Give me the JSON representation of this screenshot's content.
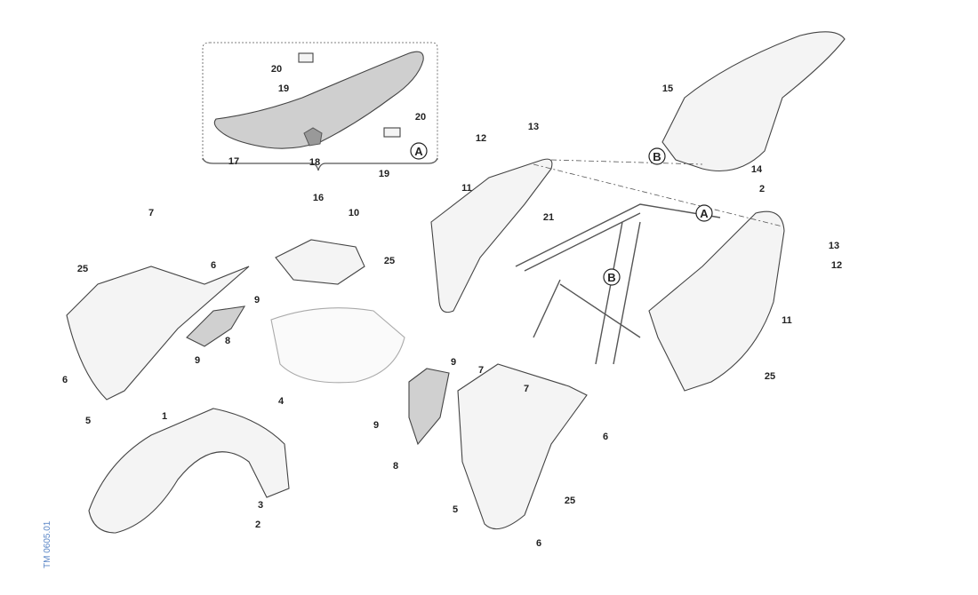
{
  "document_ref": "TM 0605.01",
  "callout_letters": [
    "A",
    "B"
  ],
  "labels": [
    "20",
    "19",
    "17",
    "18",
    "20",
    "19",
    "16",
    "12",
    "13",
    "11",
    "21",
    "25",
    "15",
    "14",
    "2",
    "13",
    "12",
    "11",
    "25",
    "7",
    "25",
    "6",
    "10",
    "9",
    "8",
    "9",
    "6",
    "5",
    "1",
    "4",
    "9",
    "7",
    "7",
    "9",
    "8",
    "6",
    "5",
    "25",
    "6",
    "3",
    "2"
  ],
  "callouts": [
    "A",
    "B",
    "A",
    "B"
  ]
}
